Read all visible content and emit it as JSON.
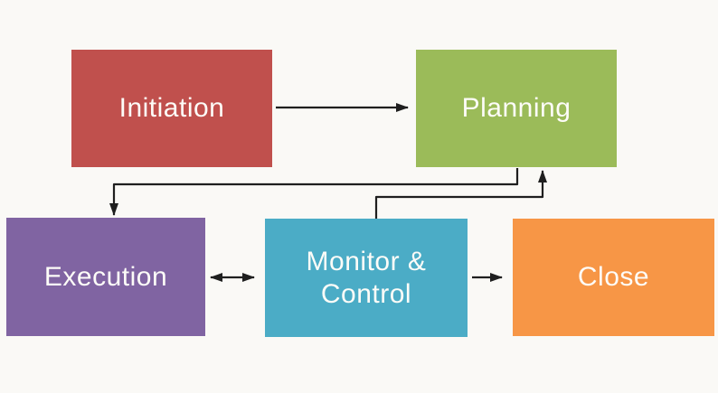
{
  "diagram": {
    "type": "flowchart",
    "background_color": "#FAF9F6",
    "arrow_color": "#1F1F1F",
    "text_color": "#FDFCF8",
    "nodes": [
      {
        "id": "initiation",
        "label": "Initiation",
        "color": "#C0504D"
      },
      {
        "id": "planning",
        "label": "Planning",
        "color": "#9BBB59"
      },
      {
        "id": "execution",
        "label": "Execution",
        "color": "#8064A2"
      },
      {
        "id": "monitor",
        "label": "Monitor & Control",
        "color": "#4BACC6"
      },
      {
        "id": "close",
        "label": "Close",
        "color": "#F79646"
      }
    ],
    "edges": [
      {
        "from": "Initiation",
        "to": "Planning",
        "shape": "straight",
        "direction": "one-way"
      },
      {
        "from": "Planning",
        "to": "Execution",
        "shape": "elbow",
        "direction": "one-way"
      },
      {
        "from": "Monitor & Control",
        "to": "Planning",
        "shape": "elbow",
        "direction": "one-way"
      },
      {
        "from": "Execution",
        "to": "Monitor & Control",
        "shape": "straight",
        "direction": "two-way"
      },
      {
        "from": "Monitor & Control",
        "to": "Close",
        "shape": "straight",
        "direction": "one-way"
      }
    ]
  }
}
